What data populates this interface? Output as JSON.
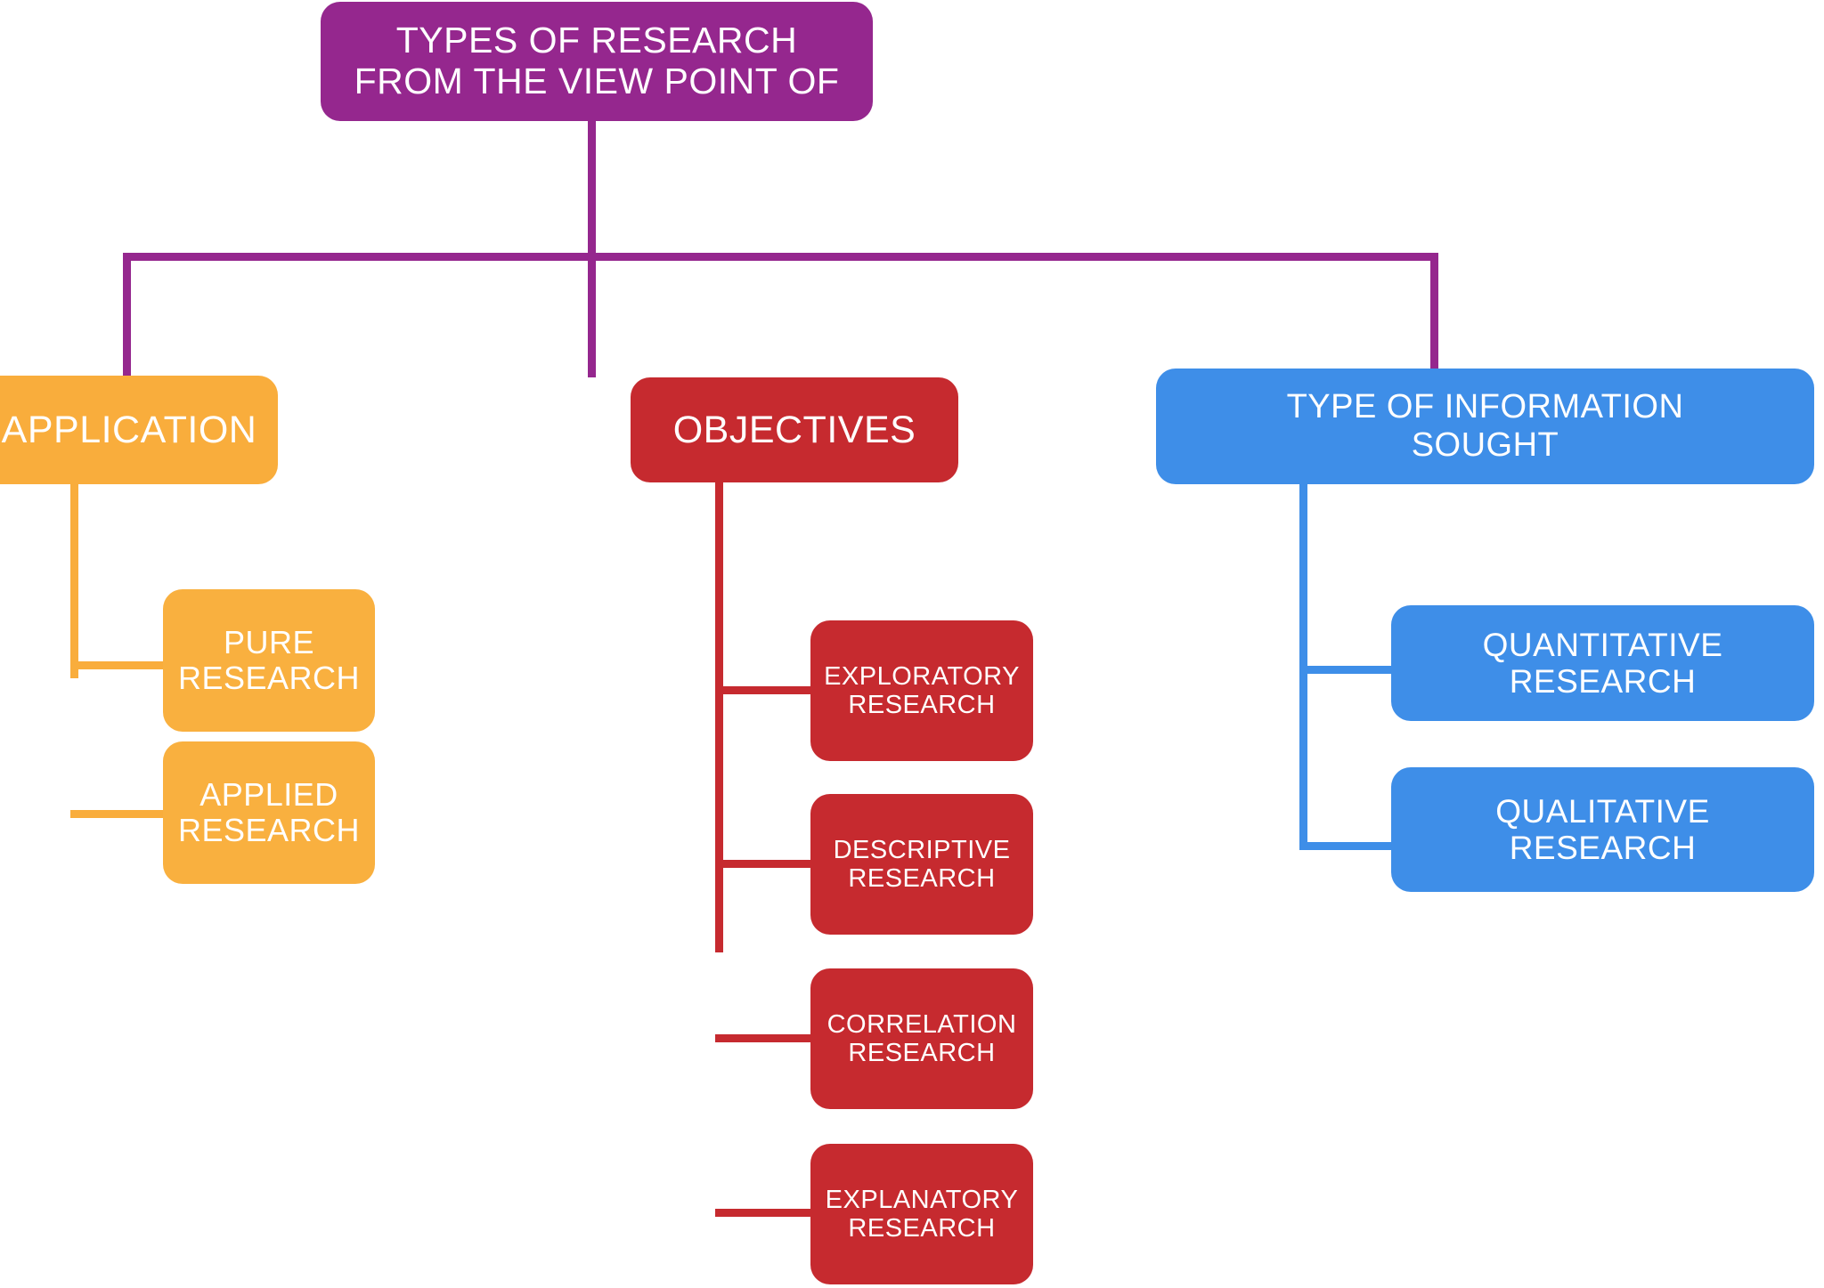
{
  "diagram": {
    "title_node": {
      "label": "TYPES OF RESEARCH\nFROM THE VIEW POINT OF",
      "color": "#95278E"
    },
    "branches": [
      {
        "key": "application",
        "label": "APPLICATION",
        "color": "#F9AD3C",
        "children": [
          {
            "label": "PURE\nRESEARCH"
          },
          {
            "label": "APPLIED\nRESEARCH"
          }
        ]
      },
      {
        "key": "objectives",
        "label": "OBJECTIVES",
        "color": "#C62A2F",
        "children": [
          {
            "label": "EXPLORATORY\nRESEARCH"
          },
          {
            "label": "DESCRIPTIVE\nRESEARCH"
          },
          {
            "label": "CORRELATION\nRESEARCH"
          },
          {
            "label": "EXPLANATORY\nRESEARCH"
          }
        ]
      },
      {
        "key": "information",
        "label": "TYPE OF INFORMATION\nSOUGHT",
        "color": "#3E8EE8",
        "children": [
          {
            "label": "QUANTITATIVE\nRESEARCH"
          },
          {
            "label": "QUALITATIVE\nRESEARCH"
          }
        ]
      }
    ]
  }
}
